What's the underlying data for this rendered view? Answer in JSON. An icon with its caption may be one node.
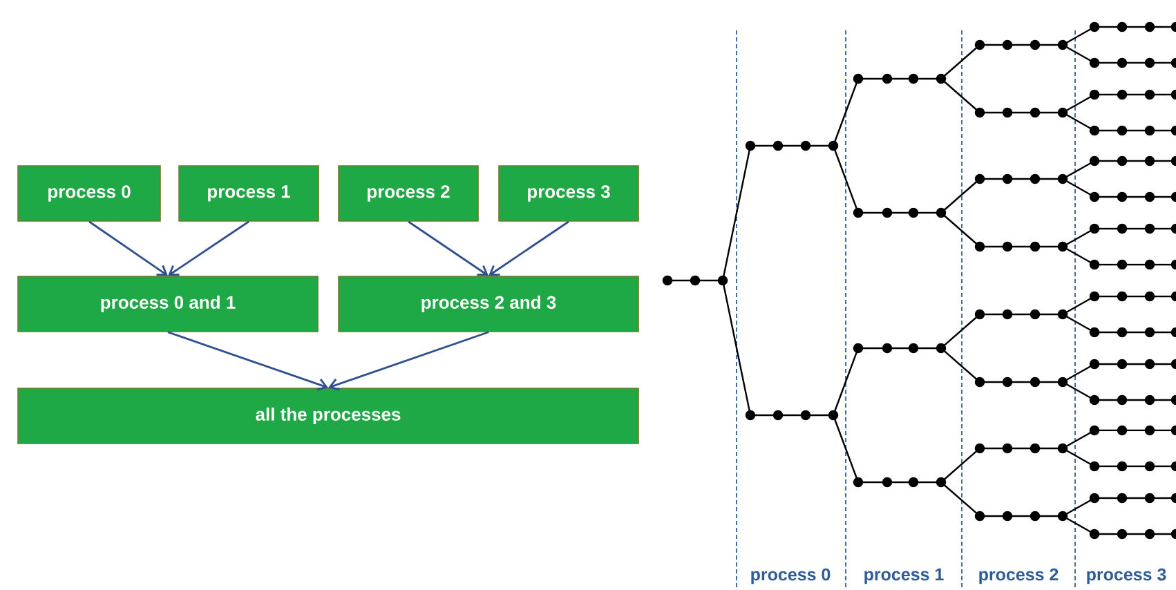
{
  "diagram": {
    "nodes": [
      {
        "text": [
          "process 0"
        ]
      },
      {
        "text": [
          "process 1"
        ]
      },
      {
        "text": [
          "process 2"
        ]
      },
      {
        "text": [
          "process 3"
        ]
      },
      {
        "text": [
          "process 0 and 1"
        ]
      },
      {
        "text": [
          "process 2 and 3"
        ]
      },
      {
        "text": [
          "all the processes"
        ]
      }
    ],
    "edges": [
      {
        "from": 0,
        "to": 4,
        "arrow": "to"
      },
      {
        "from": 1,
        "to": 4,
        "arrow": "to"
      },
      {
        "from": 2,
        "to": 5,
        "arrow": "to"
      },
      {
        "from": 3,
        "to": 5,
        "arrow": "to"
      },
      {
        "from": 4,
        "to": 6,
        "arrow": "to"
      },
      {
        "from": 5,
        "to": 6,
        "arrow": "to"
      }
    ],
    "labels": [
      "process 0",
      "process 1",
      "process 2",
      "process 3"
    ]
  }
}
